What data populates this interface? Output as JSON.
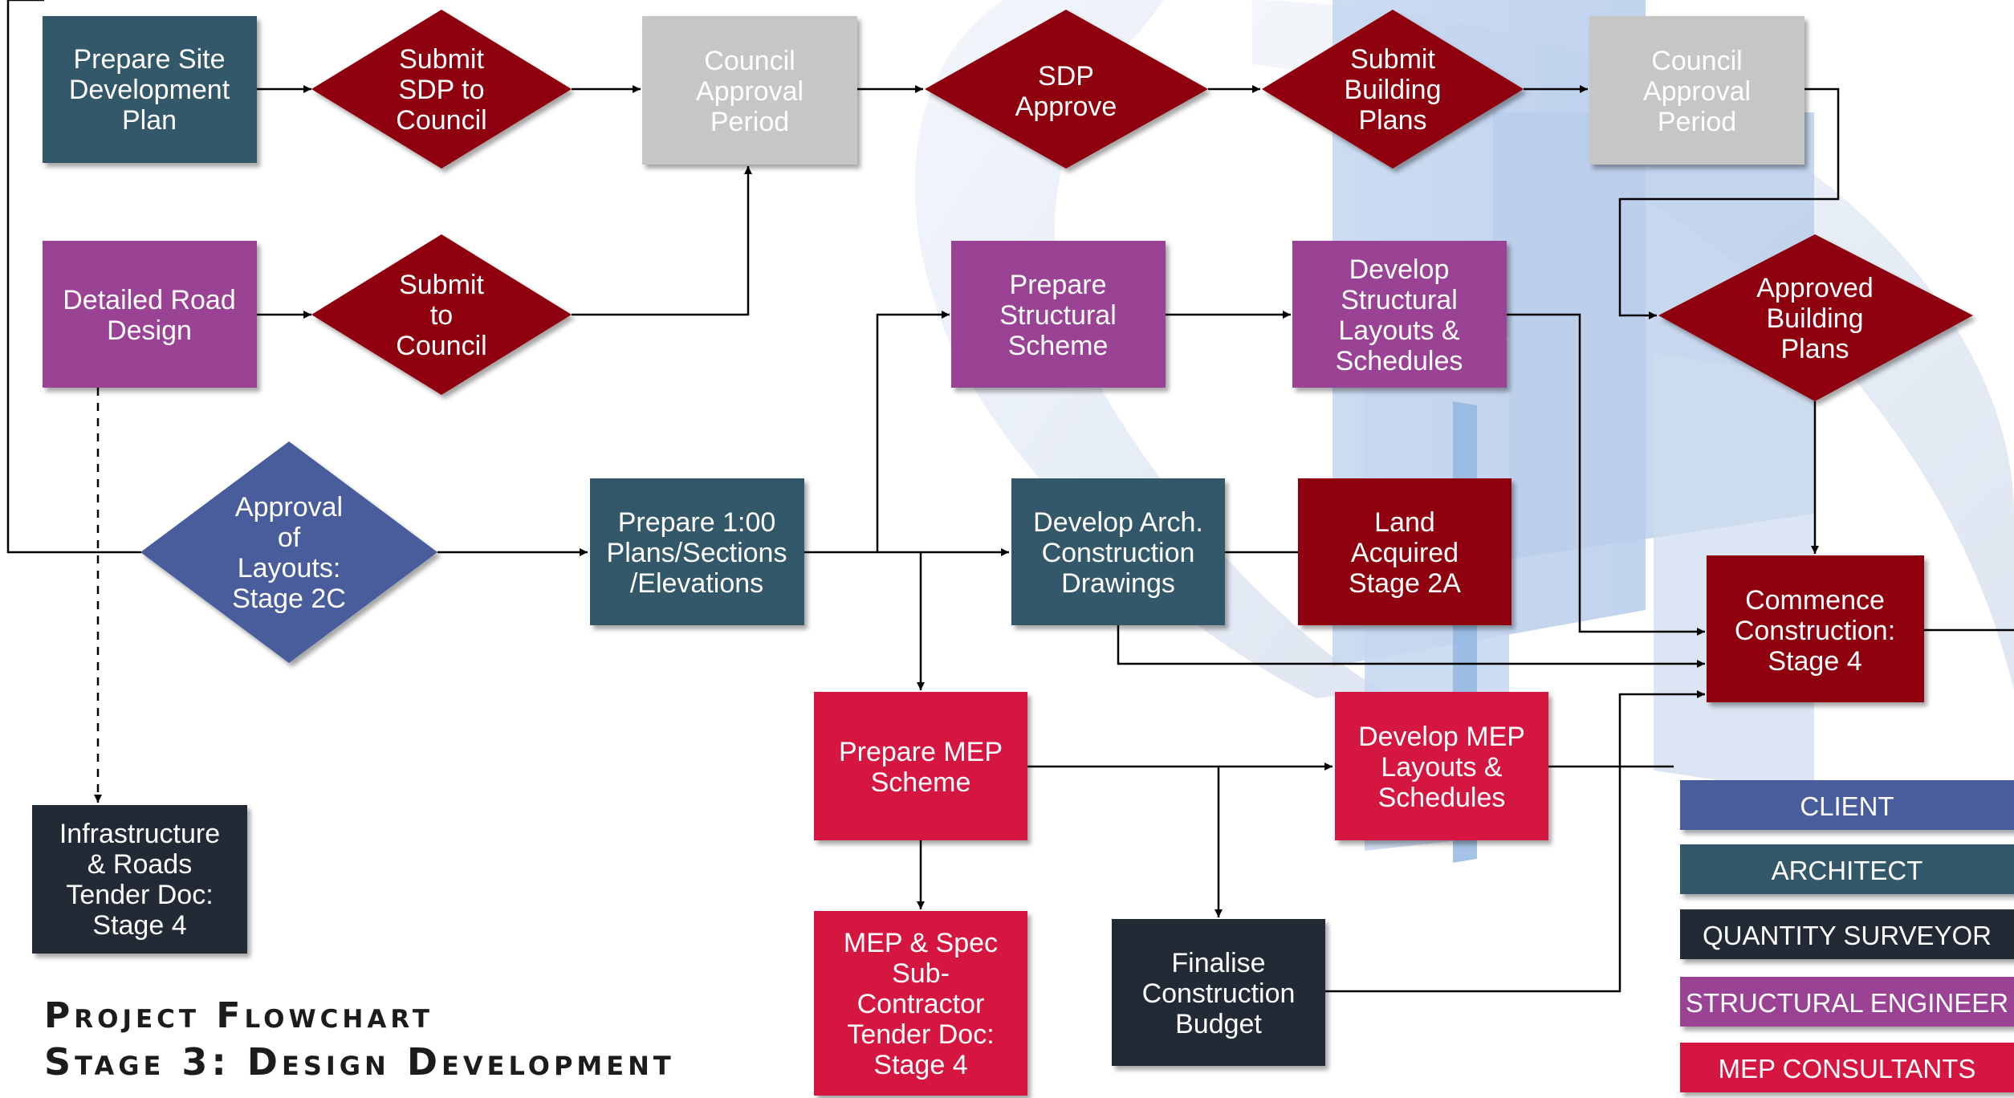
{
  "title": {
    "line1": "Project Flowchart",
    "line2": "Stage 3: Design Development"
  },
  "colors": {
    "client": "#485d9c",
    "architect": "#31596a",
    "quantity_surveyor": "#242a36",
    "structural_engineer": "#9a4294",
    "mep_consultants": "#d51340",
    "decision": "#8e0008",
    "council": "#c6c6c6",
    "background_shape": "#c9d9ef"
  },
  "nodes": {
    "prepare_sdp": "Prepare Site\nDevelopment\nPlan",
    "submit_sdp": "Submit\nSDP to\nCouncil",
    "council_approval_1": "Council\nApproval\nPeriod",
    "sdp_approve": "SDP\nApprove",
    "submit_building_plans": "Submit\nBuilding\nPlans",
    "council_approval_2": "Council\nApproval\nPeriod",
    "detailed_road_design": "Detailed Road\nDesign",
    "submit_to_council": "Submit\nto\nCouncil",
    "prepare_structural_scheme": "Prepare\nStructural\nScheme",
    "develop_structural_layouts": "Develop\nStructural\nLayouts &\nSchedules",
    "approved_building_plans": "Approved\nBuilding\nPlans",
    "approval_of_layouts": "Approval\nof\nLayouts:\nStage 2C",
    "prepare_plans_sections": "Prepare 1:00\nPlans/Sections\n/Elevations",
    "develop_arch_drawings": "Develop Arch.\nConstruction\nDrawings",
    "land_acquired": "Land\nAcquired\nStage 2A",
    "commence_construction": "Commence\nConstruction:\nStage 4",
    "prepare_mep_scheme": "Prepare MEP\nScheme",
    "develop_mep_layouts": "Develop MEP\nLayouts &\nSchedules",
    "infrastructure_tender": "Infrastructure\n& Roads\nTender Doc:\nStage 4",
    "mep_tender": "MEP & Spec\nSub-\nContractor\nTender Doc:\nStage 4",
    "finalise_budget": "Finalise\nConstruction\nBudget"
  },
  "legend": [
    {
      "key": "client",
      "label": "CLIENT"
    },
    {
      "key": "architect",
      "label": "ARCHITECT"
    },
    {
      "key": "quantity_surveyor",
      "label": "QUANTITY SURVEYOR"
    },
    {
      "key": "structural_engineer",
      "label": "STRUCTURAL ENGINEER"
    },
    {
      "key": "mep_consultants",
      "label": "MEP CONSULTANTS"
    }
  ]
}
